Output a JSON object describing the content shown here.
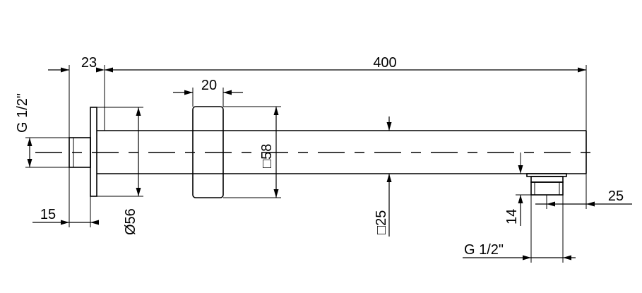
{
  "dimensions": {
    "length": "400",
    "flange_thickness": "23",
    "collar_width": "20",
    "collar_square": "58",
    "arm_square": "25",
    "flange_diameter": "56",
    "thread_length": "15",
    "outlet_height": "14",
    "outlet_offset": "25",
    "inlet_thread": "G 1/2\"",
    "outlet_thread": "G 1/2\""
  },
  "symbols": {
    "square": "□",
    "diameter": "Ø"
  }
}
